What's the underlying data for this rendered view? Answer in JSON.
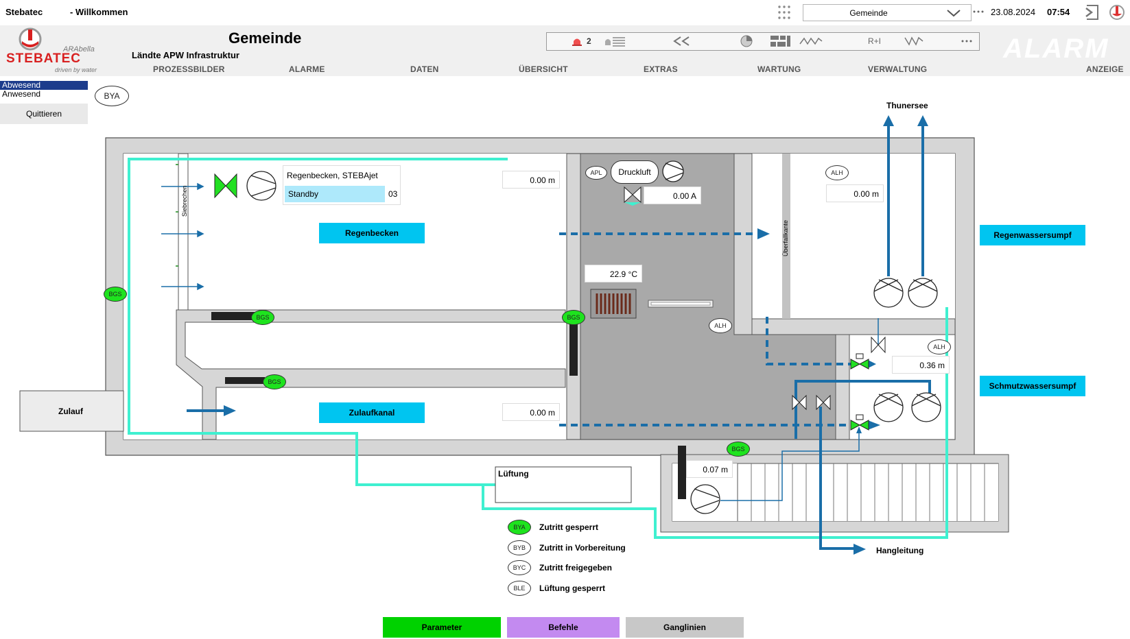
{
  "topbar": {
    "brand": "Stebatec",
    "welcome": "- Willkommen",
    "location_select": "Gemeinde",
    "date": "23.08.2024",
    "time": "07:54"
  },
  "header": {
    "logo_sub": "ARAbella",
    "logo_main": "STEBATEC",
    "logo_tag": "driven by water",
    "title": "Gemeinde",
    "subtitle": "Ländte APW Infrastruktur",
    "alarm_count": "2",
    "toolbar_rl": "R+I",
    "alarm_watermark": "ALARM"
  },
  "nav": [
    "PROZESSBILDER",
    "ALARME",
    "DATEN",
    "ÜBERSICHT",
    "EXTRAS",
    "WARTUNG",
    "VERWALTUNG",
    "ANZEIGE"
  ],
  "side": {
    "abwesend": "Abwesend",
    "anwesend": "Anwesend",
    "quittieren": "Quittieren",
    "bya": "BYA"
  },
  "process": {
    "regenbecken_label": "Regenbecken",
    "zulaufkanal_label": "Zulaufkanal",
    "zulauf_label": "Zulauf",
    "siebrechen": "Siebrechen",
    "ueberfallkante": "Überfallkante",
    "pump_name": "Regenbecken, STEBAjet",
    "pump_state": "Standby",
    "pump_no": "03",
    "level_regen": "0.00 m",
    "level_zulauf": "0.00 m",
    "druckluft": "Druckluft",
    "apl": "APL",
    "current": "0.00 A",
    "temperature": "22.9 °C",
    "alh1": "ALH",
    "alh2": "ALH",
    "alh3": "ALH",
    "level_regensumpf": "0.00 m",
    "level_schmutz": "0.36 m",
    "level_small": "0.07 m",
    "regenwassersumpf": "Regenwassersumpf",
    "schmutzwassersumpf": "Schmutzwassersumpf",
    "thunersee": "Thunersee",
    "hangleitung": "Hangleitung",
    "lueftung": "Lüftung",
    "bgs": "BGS"
  },
  "legend": [
    {
      "code": "BYA",
      "text": "Zutritt gesperrt",
      "color": "#1ee31e"
    },
    {
      "code": "BYB",
      "text": "Zutritt in Vorbereitung",
      "color": "#ffffff"
    },
    {
      "code": "BYC",
      "text": "Zutritt freigegeben",
      "color": "#ffffff"
    },
    {
      "code": "BLE",
      "text": "Lüftung gesperrt",
      "color": "#ffffff"
    }
  ],
  "bottom": {
    "parameter": "Parameter",
    "befehle": "Befehle",
    "ganglinien": "Ganglinien"
  },
  "colors": {
    "accent_blue": "#00c5f0",
    "pipe_blue": "#1a6ea8",
    "vent_cyan": "#3ff0d0",
    "bgs_green": "#1ee31e",
    "parameter_green": "#00d200",
    "befehle_violet": "#c38af0",
    "ganglinien_gray": "#c8c8c8"
  }
}
